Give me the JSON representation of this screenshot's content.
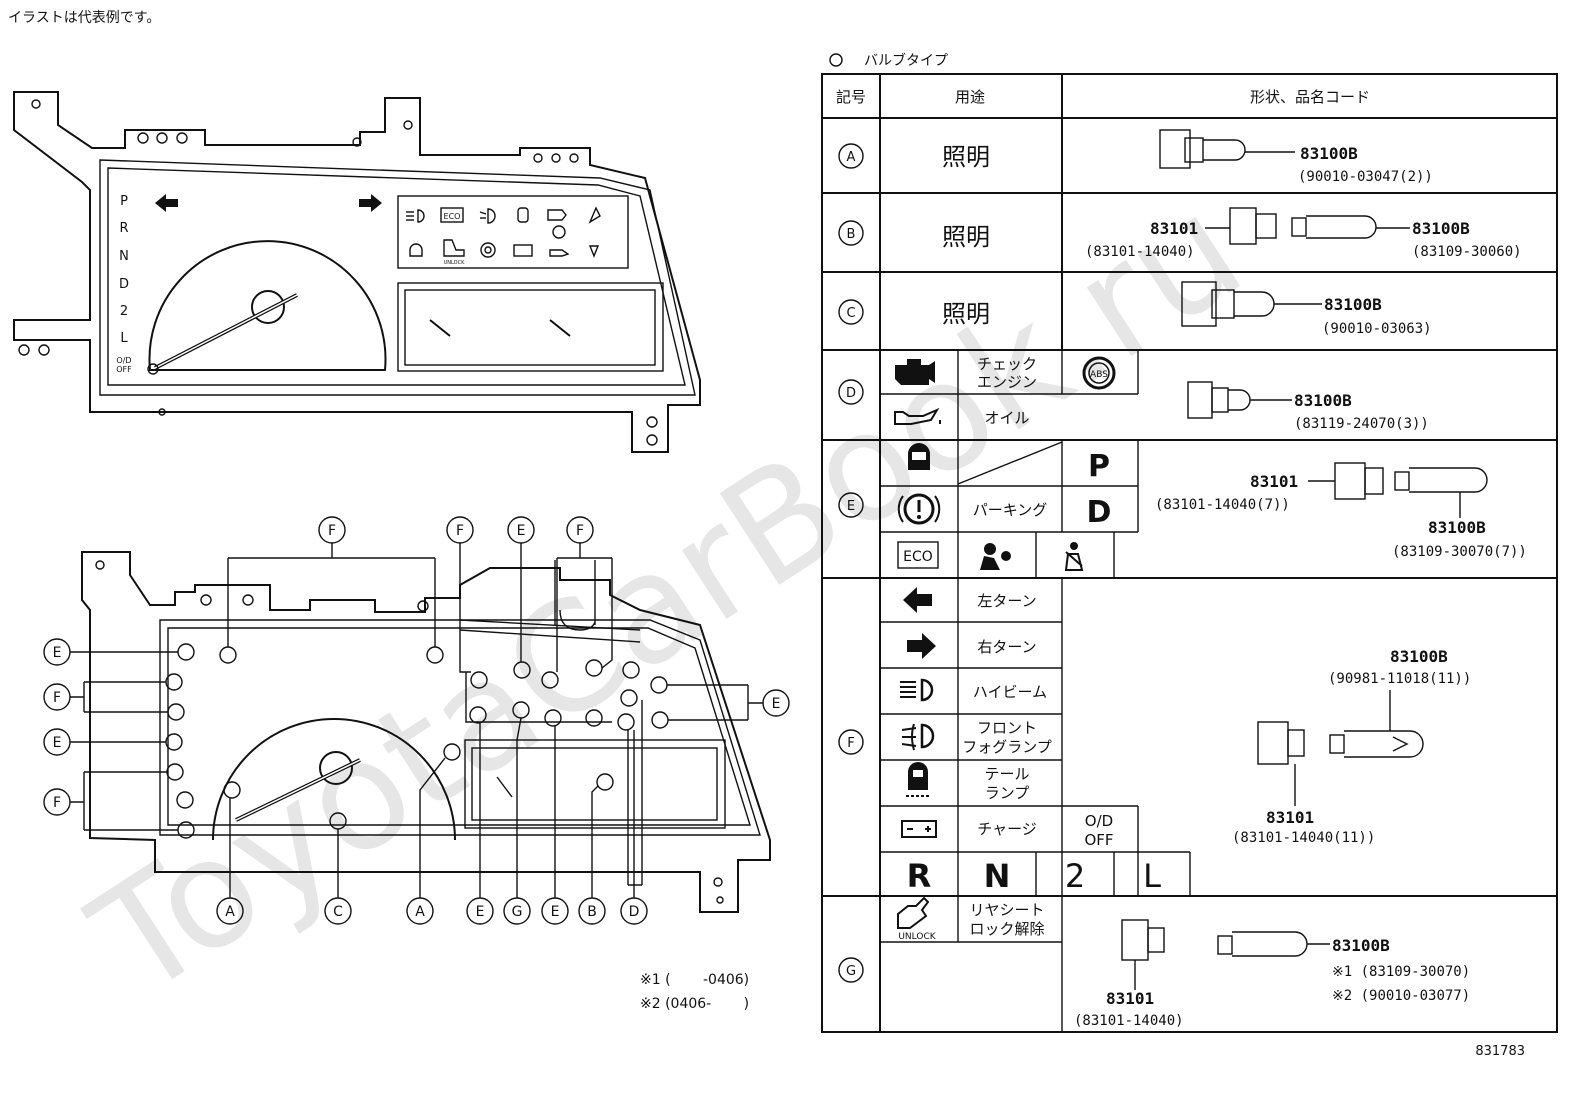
{
  "note": "イラストは代表例です。",
  "watermark": "ToyotaCarBook.ru",
  "doc_code": "831783",
  "footnotes": [
    "※1 (　　 -0406)",
    "※2 (0406-　　 )"
  ],
  "cluster": {
    "gear_letters": [
      "P",
      "R",
      "N",
      "D",
      "2",
      "L"
    ],
    "od_label": [
      "O/D",
      "OFF"
    ],
    "eco_label": "ECO",
    "unlock_label": "UNLOCK"
  },
  "callouts": {
    "top": [
      "F",
      "F",
      "E",
      "F"
    ],
    "left": [
      "E",
      "F",
      "E",
      "F"
    ],
    "right": [
      "E"
    ],
    "bottom": [
      "A",
      "C",
      "A",
      "E",
      "G",
      "E",
      "B",
      "D"
    ]
  },
  "table": {
    "title": "バルブタイプ",
    "headers": [
      "記号",
      "用途",
      "形状、品名コード"
    ],
    "rows": {
      "A": {
        "symbol": "A",
        "usage": "照明",
        "part": "83100B",
        "code": "(90010-03047(2))"
      },
      "B": {
        "symbol": "B",
        "usage": "照明",
        "socket": "83101",
        "socket_code": "(83101-14040)",
        "part": "83100B",
        "code": "(83109-30060)"
      },
      "C": {
        "symbol": "C",
        "usage": "照明",
        "part": "83100B",
        "code": "(90010-03063)"
      },
      "D": {
        "symbol": "D",
        "labels": [
          "チェック",
          "エンジン",
          "オイル"
        ],
        "abs": "ABS",
        "part": "83100B",
        "code": "(83119-24070(3))"
      },
      "E": {
        "symbol": "E",
        "labels": [
          "パーキング",
          "P",
          "D",
          "ECO"
        ],
        "socket": "83101",
        "socket_code": "(83101-14040(7))",
        "part": "83100B",
        "code": "(83109-30070(7))"
      },
      "F": {
        "symbol": "F",
        "labels": [
          "左ターン",
          "右ターン",
          "ハイビーム",
          "フロント",
          "フォグランプ",
          "テール",
          "ランプ",
          "チャージ",
          "O/D",
          "OFF",
          "R",
          "N",
          "2",
          "L"
        ],
        "part": "83100B",
        "code": "(90981-11018(11))",
        "socket": "83101",
        "socket_code": "(83101-14040(11))"
      },
      "G": {
        "symbol": "G",
        "labels": [
          "リヤシート",
          "ロック解除",
          "UNLOCK"
        ],
        "socket": "83101",
        "socket_code": "(83101-14040)",
        "part": "83100B",
        "codes": [
          "※1 (83109-30070)",
          "※2 (90010-03077)"
        ]
      }
    }
  }
}
